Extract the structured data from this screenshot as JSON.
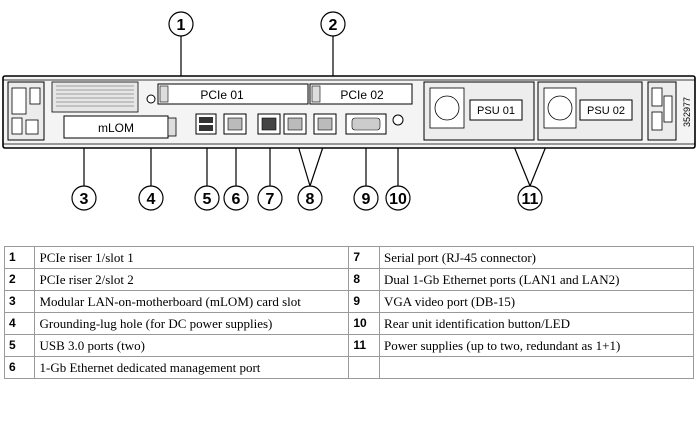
{
  "figure": {
    "callouts": [
      "1",
      "2",
      "3",
      "4",
      "5",
      "6",
      "7",
      "8",
      "9",
      "10",
      "11"
    ],
    "slot_labels": {
      "pcie01": "PCIe 01",
      "pcie02": "PCIe 02",
      "mlom": "mLOM",
      "psu01": "PSU 01",
      "psu02": "PSU 02"
    },
    "figure_id": "352977"
  },
  "legend": {
    "rows": [
      {
        "left_num": "1",
        "left_text": "PCIe riser 1/slot 1",
        "right_num": "7",
        "right_text": "Serial port (RJ-45 connector)"
      },
      {
        "left_num": "2",
        "left_text": "PCIe riser 2/slot 2",
        "right_num": "8",
        "right_text": "Dual 1-Gb Ethernet ports (LAN1 and LAN2)"
      },
      {
        "left_num": "3",
        "left_text": "Modular LAN-on-motherboard (mLOM) card slot",
        "right_num": "9",
        "right_text": "VGA video port (DB-15)"
      },
      {
        "left_num": "4",
        "left_text": "Grounding-lug hole (for DC power supplies)",
        "right_num": "10",
        "right_text": "Rear unit identification button/LED"
      },
      {
        "left_num": "5",
        "left_text": "USB 3.0 ports (two)",
        "right_num": "11",
        "right_text": "Power supplies (up to two, redundant as 1+1)"
      },
      {
        "left_num": "6",
        "left_text": "1-Gb Ethernet dedicated management port",
        "right_num": "",
        "right_text": ""
      }
    ]
  }
}
